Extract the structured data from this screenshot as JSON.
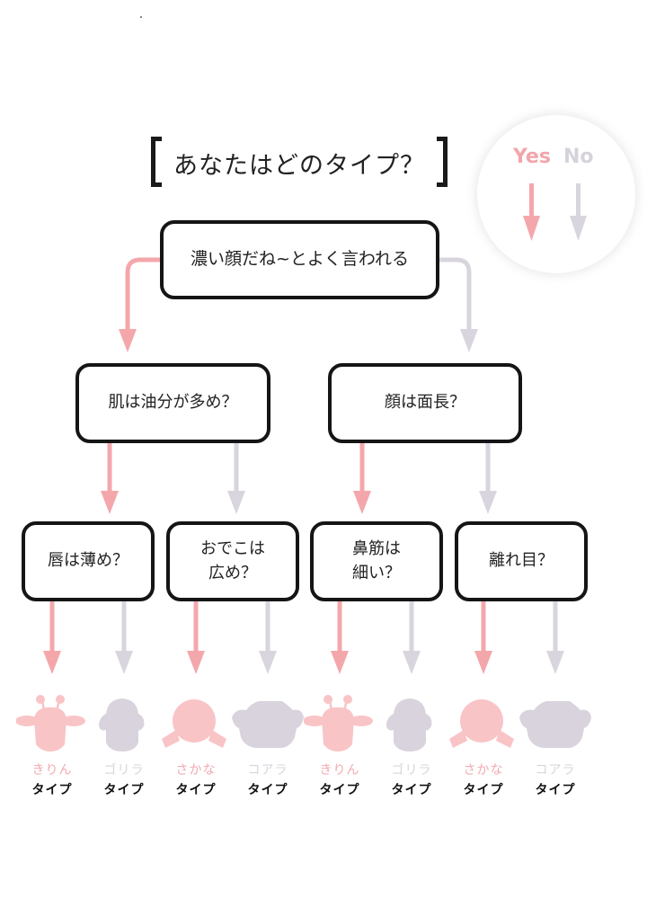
{
  "title": "あなたはどのタイプ？",
  "colors": {
    "yes": "#f4a7ab",
    "no": "#d9d5de",
    "box_border": "#151515",
    "text": "#222222"
  },
  "legend": {
    "yes_label": "Yes",
    "no_label": "No"
  },
  "questions": {
    "root": "濃い顔だね~とよく言われる",
    "yes": "肌は油分が多め？",
    "no": "顔は面長？",
    "yes_yes": "唇は薄め？",
    "yes_no": "おでこは\n広め？",
    "no_yes": "鼻筋は\n細い？",
    "no_no": "離れ目？"
  },
  "results": [
    {
      "name": "きりん",
      "suffix": "タイプ",
      "animal": "giraffe",
      "branch": "yes"
    },
    {
      "name": "ゴリラ",
      "suffix": "タイプ",
      "animal": "gorilla",
      "branch": "no"
    },
    {
      "name": "さかな",
      "suffix": "タイプ",
      "animal": "fish",
      "branch": "yes"
    },
    {
      "name": "コアラ",
      "suffix": "タイプ",
      "animal": "koala",
      "branch": "no"
    },
    {
      "name": "きりん",
      "suffix": "タイプ",
      "animal": "giraffe",
      "branch": "yes"
    },
    {
      "name": "ゴリラ",
      "suffix": "タイプ",
      "animal": "gorilla",
      "branch": "no"
    },
    {
      "name": "さかな",
      "suffix": "タイプ",
      "animal": "fish",
      "branch": "yes"
    },
    {
      "name": "コアラ",
      "suffix": "タイプ",
      "animal": "koala",
      "branch": "no"
    }
  ]
}
